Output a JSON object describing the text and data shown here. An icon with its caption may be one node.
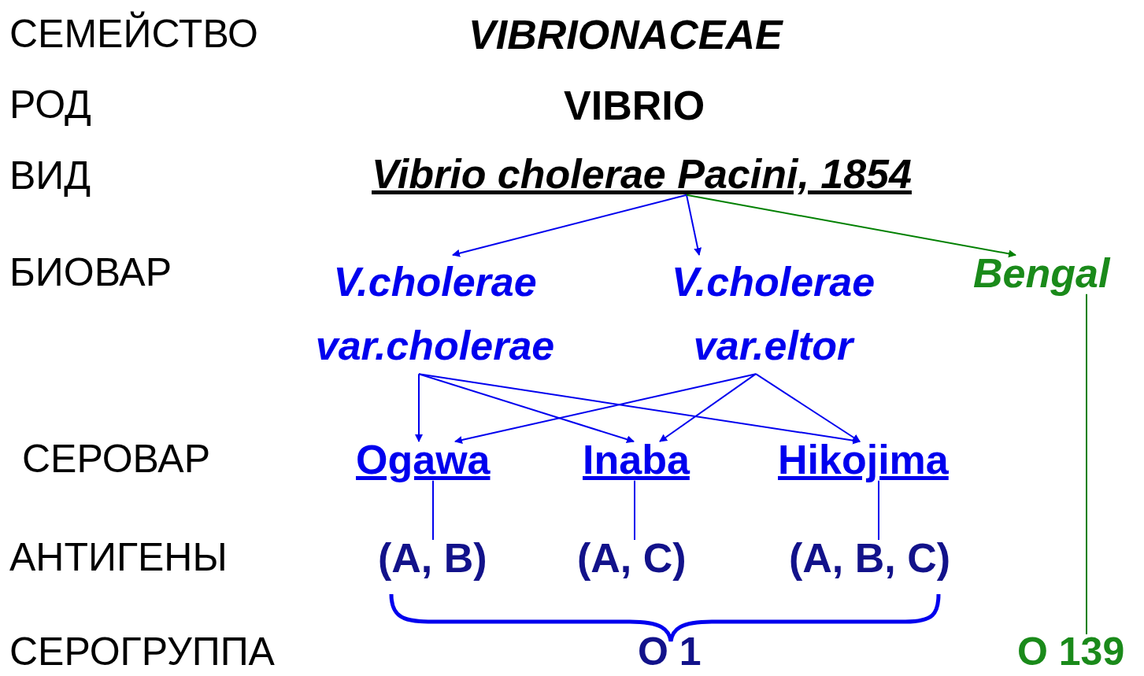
{
  "diagram": {
    "nodes": [
      {
        "text": [
          "Vibrio cholerae Pacini, 1854"
        ]
      },
      {
        "text": [
          "V.cholerae var.cholerae"
        ]
      },
      {
        "text": [
          "V.cholerae var.eltor"
        ]
      },
      {
        "text": [
          "Bengal"
        ]
      },
      {
        "text": [
          "Ogawa"
        ]
      },
      {
        "text": [
          "Inaba"
        ]
      },
      {
        "text": [
          "Hikojima"
        ]
      },
      {
        "text": [
          "(A, B)"
        ]
      },
      {
        "text": [
          "(A, C)"
        ]
      },
      {
        "text": [
          "(A, B, C)"
        ]
      },
      {
        "text": [
          "O 139"
        ]
      }
    ],
    "edges": [
      {
        "from": 0,
        "to": 1,
        "arrow": "to"
      },
      {
        "from": 0,
        "to": 2,
        "arrow": "to"
      },
      {
        "from": 0,
        "to": 3,
        "arrow": "to",
        "color": "#008000"
      },
      {
        "from": 1,
        "to": 4,
        "arrow": "to"
      },
      {
        "from": 1,
        "to": 5,
        "arrow": "to"
      },
      {
        "from": 1,
        "to": 6,
        "arrow": "to"
      },
      {
        "from": 2,
        "to": 4,
        "arrow": "to"
      },
      {
        "from": 2,
        "to": 5,
        "arrow": "to"
      },
      {
        "from": 2,
        "to": 6,
        "arrow": "to"
      },
      {
        "from": 4,
        "to": 7,
        "arrow": "none"
      },
      {
        "from": 5,
        "to": 8,
        "arrow": "none"
      },
      {
        "from": 6,
        "to": 9,
        "arrow": "none"
      },
      {
        "from": 3,
        "to": 10,
        "arrow": "none",
        "color": "#008000"
      }
    ],
    "labels": [
      "СЕМЕЙСТВО",
      "VIBRIONACEAE",
      "РОД",
      "VIBRIO",
      "ВИД",
      "БИОВАР",
      "СЕРОВАР",
      "АНТИГЕНЫ",
      "СЕРОГРУППА",
      "O 1"
    ]
  }
}
